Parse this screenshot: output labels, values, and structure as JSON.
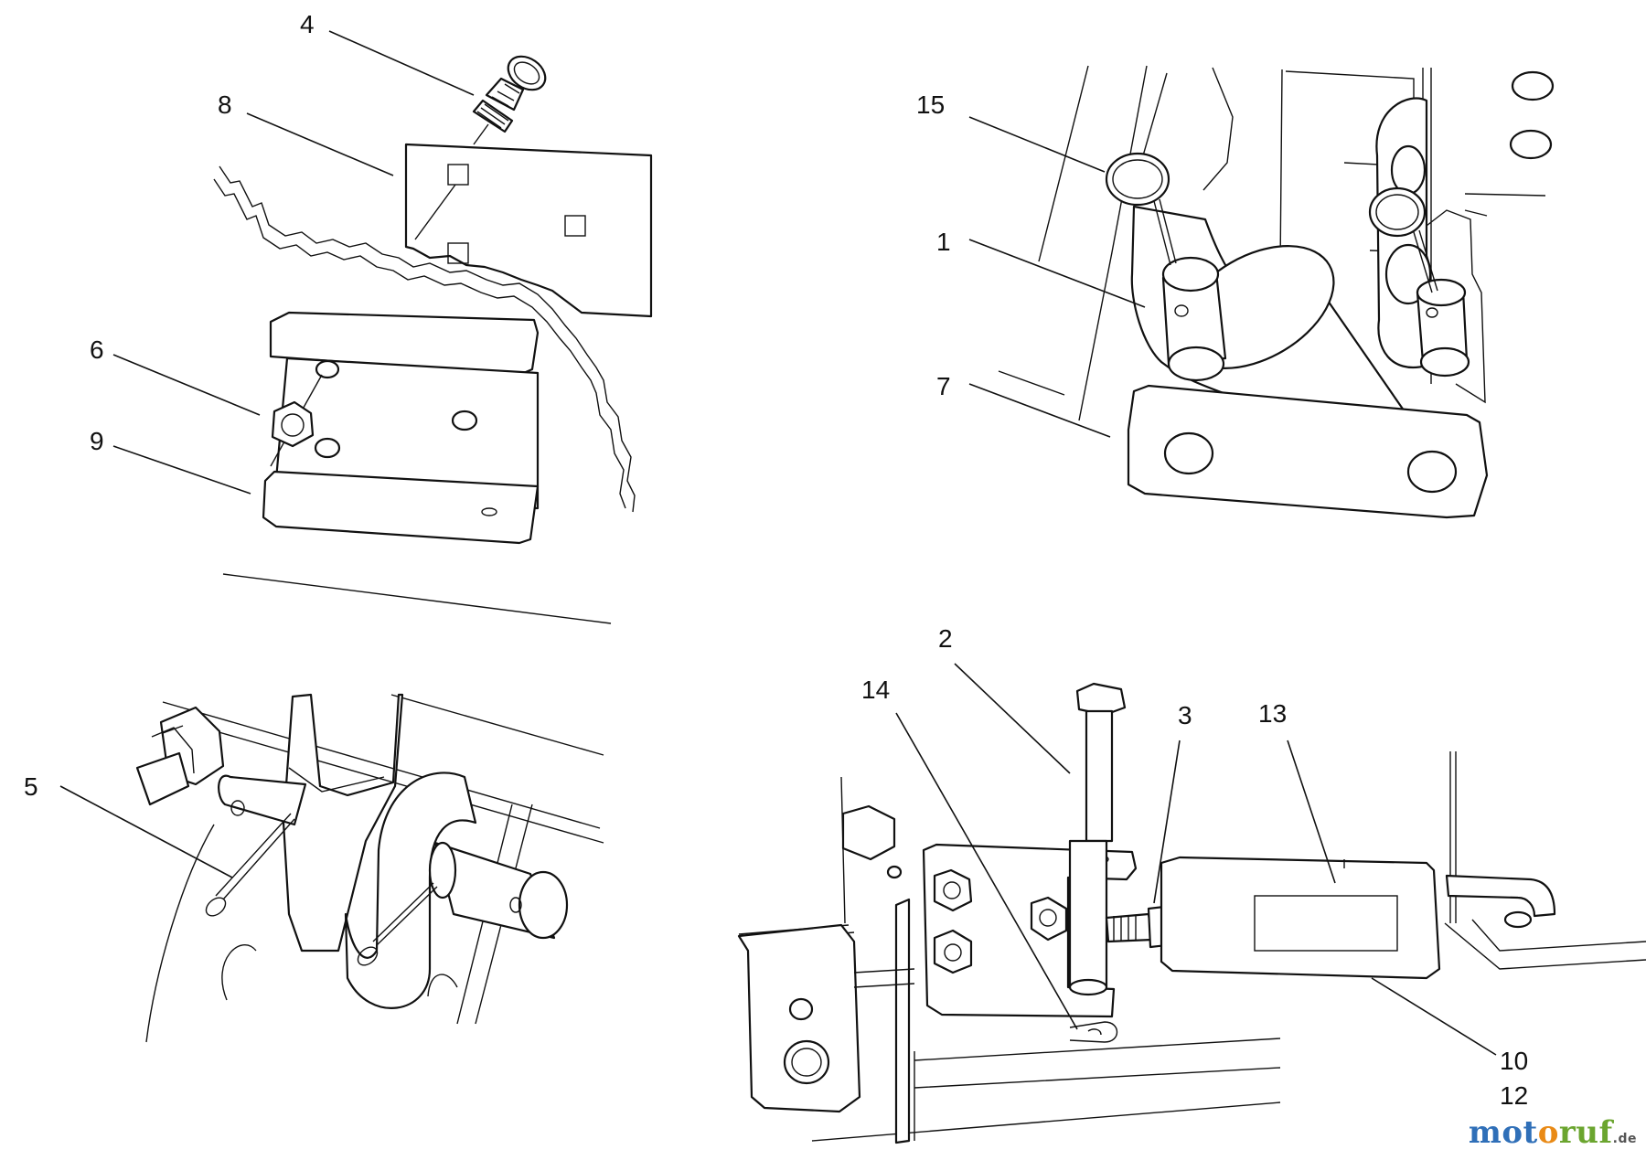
{
  "callouts": {
    "c1": "1",
    "c2": "2",
    "c3": "3",
    "c4": "4",
    "c5": "5",
    "c6": "6",
    "c7": "7",
    "c8": "8",
    "c9": "9",
    "c10": "10",
    "c12": "12",
    "c13": "13",
    "c14": "14",
    "c15": "15"
  },
  "watermark": {
    "part1": "mot",
    "part2": "o",
    "part3": "ruf",
    "suffix": ".de"
  }
}
